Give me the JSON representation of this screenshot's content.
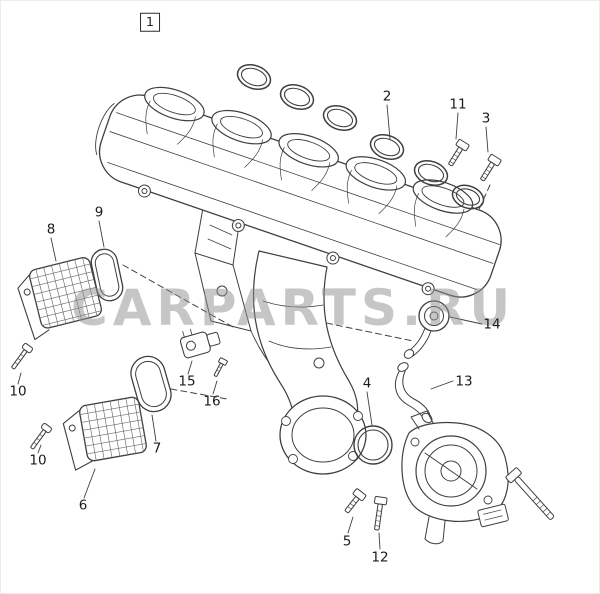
{
  "watermark": "CARPARTS.RU",
  "assembly_label": "1",
  "callouts": [
    {
      "label": "2"
    },
    {
      "label": "11"
    },
    {
      "label": "3"
    },
    {
      "label": "9"
    },
    {
      "label": "8"
    },
    {
      "label": "10"
    },
    {
      "label": "10"
    },
    {
      "label": "6"
    },
    {
      "label": "7"
    },
    {
      "label": "15"
    },
    {
      "label": "16"
    },
    {
      "label": "4"
    },
    {
      "label": "14"
    },
    {
      "label": "13"
    },
    {
      "label": "5"
    },
    {
      "label": "12"
    }
  ],
  "colors": {
    "line": "#3f3f3f",
    "watermark_gray": "#8f8f8f",
    "background": "#ffffff"
  }
}
